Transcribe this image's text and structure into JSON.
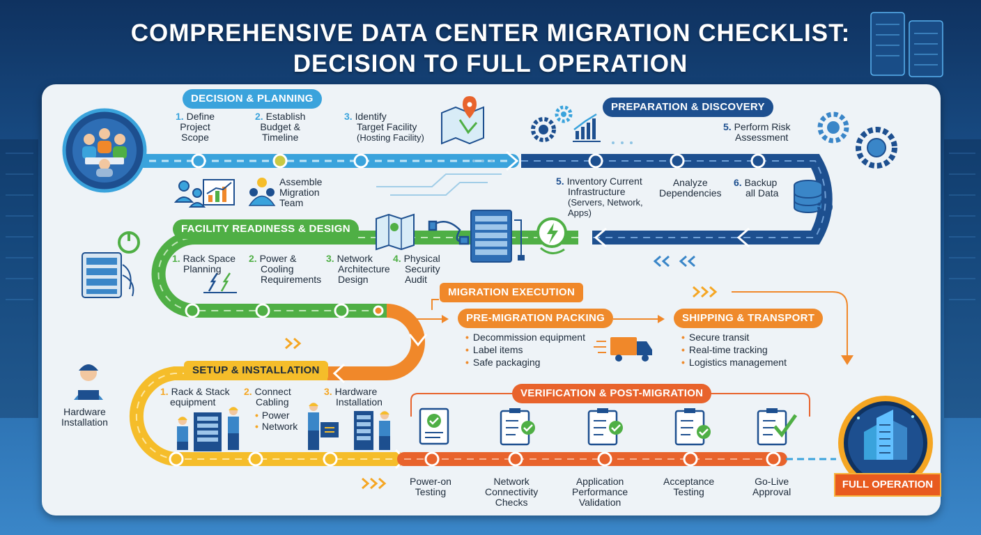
{
  "title": {
    "line1": "COMPREHENSIVE DATA CENTER MIGRATION CHECKLIST:",
    "line2": "DECISION TO FULL OPERATION"
  },
  "phases": {
    "decision": {
      "label": "DECISION & PLANNING",
      "steps": [
        {
          "num": "1.",
          "lines": [
            "Define",
            "Project",
            "Scope"
          ]
        },
        {
          "num": "2.",
          "lines": [
            "Establish",
            "Budget &",
            "Timeline"
          ]
        },
        {
          "num": "3.",
          "lines": [
            "Identify",
            "Target Facility",
            "(Hosting Facility)"
          ]
        }
      ],
      "team": [
        "Assemble",
        "Migration",
        "Team"
      ]
    },
    "preparation": {
      "label": "PREPARATION & DISCOVERY",
      "steps": [
        {
          "num": "5.",
          "lines": [
            "Inventory Current",
            "Infrastructure",
            "(Servers, Network,",
            "Apps)"
          ]
        },
        {
          "num": "",
          "lines": [
            "Analyze",
            "Dependencies"
          ]
        },
        {
          "num": "6.",
          "lines": [
            "Backup",
            "all Data"
          ]
        },
        {
          "num": "5.",
          "lines": [
            "Perform Risk",
            "Assessment"
          ]
        }
      ]
    },
    "facility": {
      "label": "FACILITY READINESS & DESIGN",
      "steps": [
        {
          "num": "1.",
          "lines": [
            "Rack Space",
            "Planning"
          ]
        },
        {
          "num": "2.",
          "lines": [
            "Power &",
            "Cooling",
            "Requirements"
          ]
        },
        {
          "num": "3.",
          "lines": [
            "Network",
            "Architecture",
            "Design"
          ]
        },
        {
          "num": "4.",
          "lines": [
            "Physical",
            "Security",
            "Audit"
          ]
        }
      ]
    },
    "execution": {
      "label": "MIGRATION EXECUTION",
      "packing": {
        "label": "PRE-MIGRATION PACKING",
        "items": [
          "Decommission equipment",
          "Label items",
          "Safe packaging"
        ]
      },
      "shipping": {
        "label": "SHIPPING & TRANSPORT",
        "items": [
          "Secure transit",
          "Real-time tracking",
          "Logistics management"
        ]
      }
    },
    "setup": {
      "label": "SETUP & INSTALLATION",
      "side": [
        "Hardware",
        "Installation"
      ],
      "steps": [
        {
          "num": "1.",
          "lines": [
            "Rack & Stack",
            "equipment"
          ]
        },
        {
          "num": "2.",
          "lines": [
            "Connect",
            "Cabling"
          ],
          "subitems": [
            "Power",
            "Network"
          ]
        },
        {
          "num": "3.",
          "lines": [
            "Hardware",
            "Installation"
          ]
        }
      ]
    },
    "verification": {
      "label": "VERIFICATION & POST-MIGRATION",
      "steps": [
        {
          "lines": [
            "Power-on",
            "Testing"
          ]
        },
        {
          "lines": [
            "Network",
            "Connectivity",
            "Checks"
          ]
        },
        {
          "lines": [
            "Application",
            "Performance",
            "Validation"
          ]
        },
        {
          "lines": [
            "Acceptance",
            "Testing"
          ]
        },
        {
          "lines": [
            "Go-Live",
            "Approval"
          ]
        }
      ]
    }
  },
  "final": {
    "label": "FULL OPERATION"
  },
  "colors": {
    "decision": "#3aa3dc",
    "preparation": "#1d4f8f",
    "facility": "#4faf45",
    "execution": "#f0882a",
    "setup": "#f5bd2a",
    "verification": "#e8632c"
  },
  "icons": [
    "team-meeting-icon",
    "map-pin-icon",
    "gears-icon",
    "growth-chart-icon",
    "database-icon",
    "server-rack-icon",
    "power-icon",
    "floor-plan-icon",
    "delivery-truck-icon",
    "technician-icon",
    "checklist-icon",
    "data-center-icon"
  ]
}
